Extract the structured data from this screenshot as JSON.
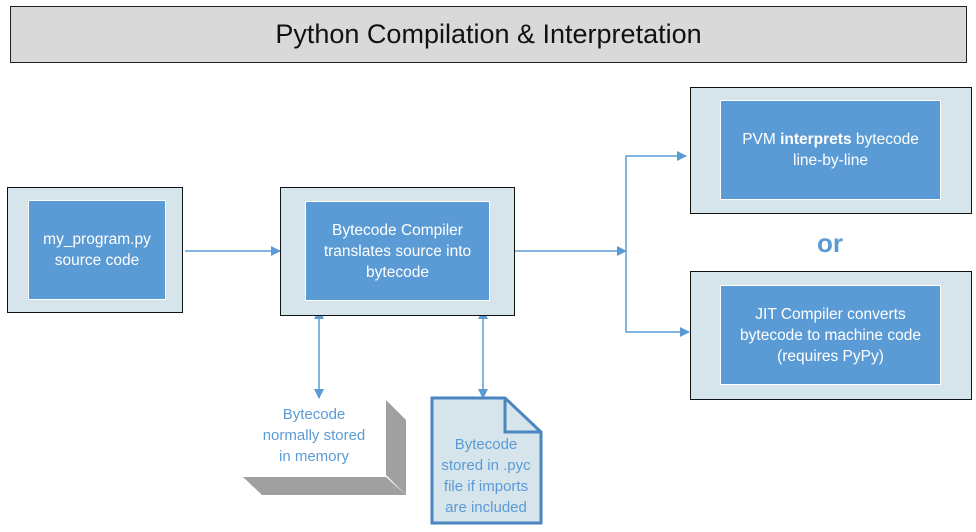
{
  "title": "Python Compilation & Interpretation",
  "nodes": {
    "source": {
      "line1": "my_program.py",
      "line2": "source code"
    },
    "compiler": {
      "line1": "Bytecode Compiler",
      "line2": "translates source into",
      "line3": "bytecode"
    },
    "pvm": {
      "prefix": "PVM ",
      "bold": "interprets",
      "suffix": " bytecode",
      "line2": "line-by-line"
    },
    "jit": {
      "line1": "JIT Compiler converts",
      "line2": "bytecode to machine code",
      "line3": "(requires PyPy)"
    },
    "memory": {
      "line1": "Bytecode",
      "line2": "normally stored",
      "line3": "in memory"
    },
    "pyc": {
      "line1": "Bytecode",
      "line2": "stored in .pyc",
      "line3": "file if imports",
      "line4": "are included"
    }
  },
  "or_label": "or",
  "colors": {
    "accent": "#5b9bd5",
    "outer_fill": "#d6e4ec",
    "title_fill": "#d9d9d9",
    "shadow_gray": "#a0a0a0"
  }
}
